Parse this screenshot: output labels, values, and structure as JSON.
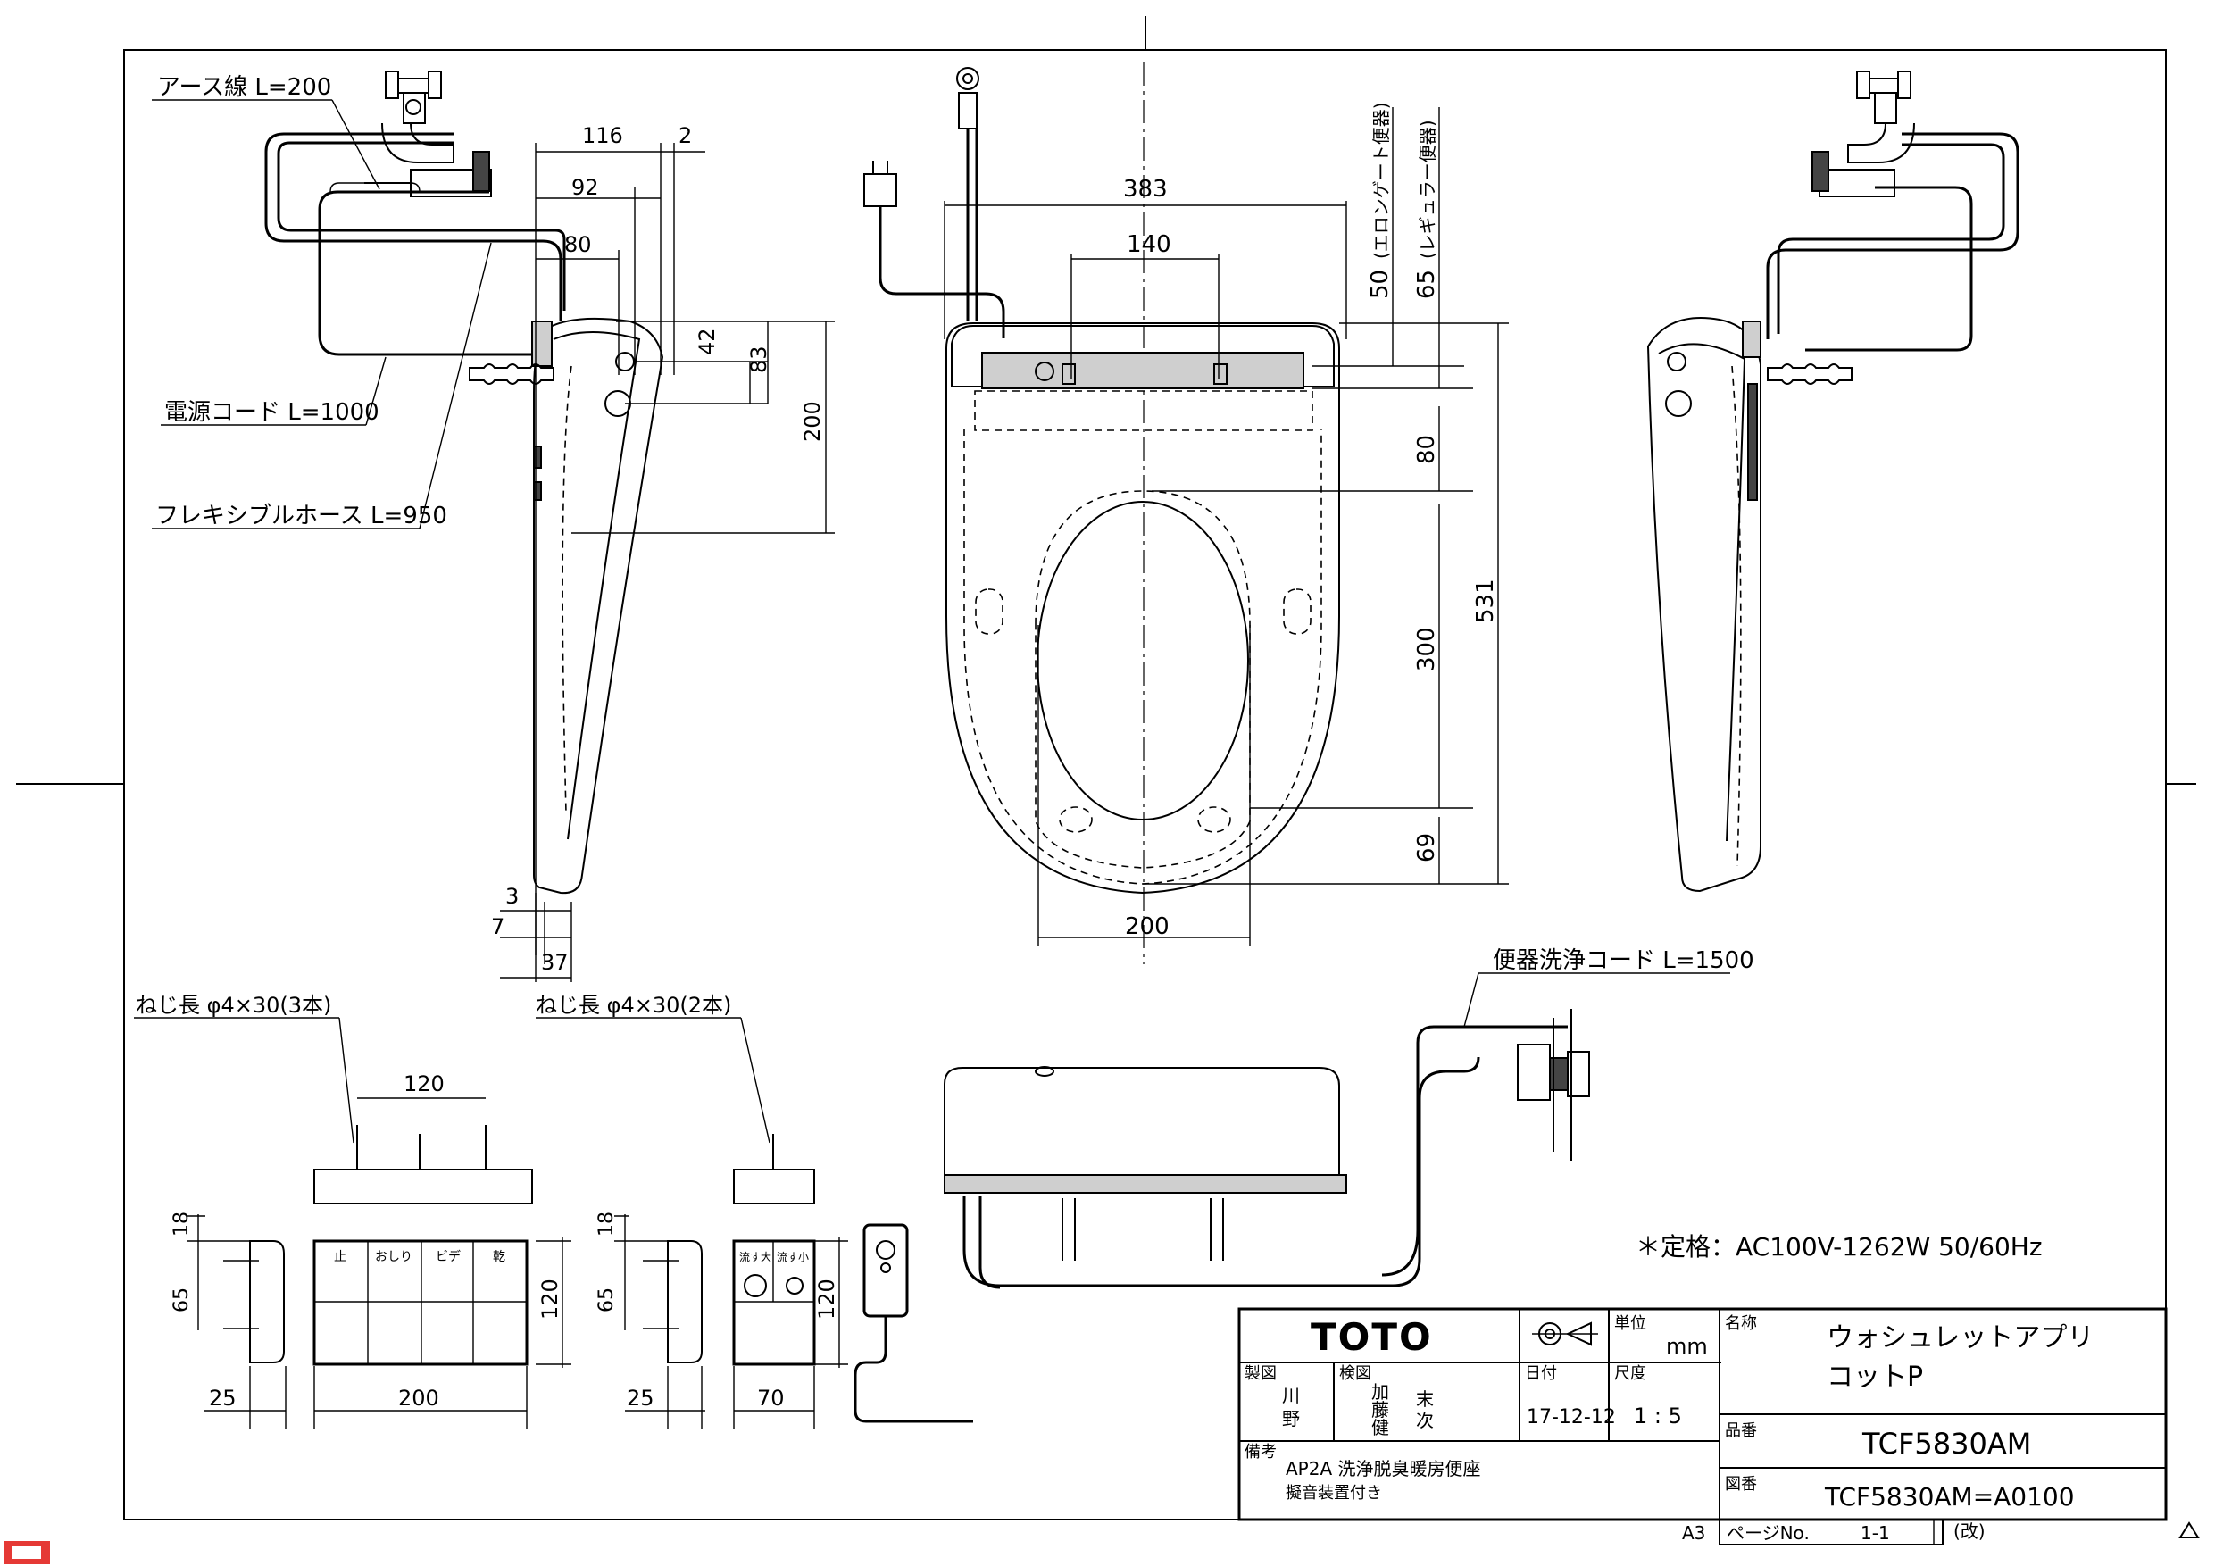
{
  "callouts": {
    "earth_wire": "アース線 L=200",
    "power_cord": "電源コード L=1000",
    "flex_hose": "フレキシブルホース L=950",
    "flush_cord": "便器洗浄コード L=1500",
    "screw_left": "ねじ長 φ4×30(3本)",
    "screw_right": "ねじ長 φ4×30(2本)",
    "rating": "＊定格：AC100V-1262W 50/60Hz"
  },
  "dims": {
    "d116": "116",
    "d2": "2",
    "d92": "92",
    "d80a": "80",
    "d42": "42",
    "d83": "83",
    "d200v": "200",
    "d3": "3",
    "d7": "7",
    "d37": "37",
    "d383": "383",
    "d140": "140",
    "d50": "50",
    "d50_note": "(エロンゲート便器)",
    "d65": "65",
    "d65_note": "(レギュラー便器)",
    "d80b": "80",
    "d300": "300",
    "d531": "531",
    "d69": "69",
    "d200h": "200",
    "r120": "120",
    "r18a": "18",
    "r65a": "65",
    "r120v": "120",
    "r25a": "25",
    "r200": "200",
    "r18b": "18",
    "r65b": "65",
    "r120v2": "120",
    "r25b": "25",
    "r70": "70"
  },
  "remote": {
    "btn_stop": "止",
    "btn_oshiri": "おしり",
    "btn_bidet": "ビデ",
    "btn_dry": "乾",
    "btn_flush_large": "流す大",
    "btn_flush_small": "流す小"
  },
  "title_block": {
    "logo": "TOTO",
    "unit_label": "単位",
    "unit": "mm",
    "name_label": "名称",
    "name_line1": "ウォシュレットアプリ",
    "name_line2": "コットP",
    "drawn_label": "製図",
    "drawn_1": "川",
    "drawn_2": "野",
    "check_label": "検図",
    "check_1a": "加",
    "check_1b": "藤",
    "check_1c": "健",
    "check_2a": "末",
    "check_2b": "次",
    "date_label": "日付",
    "date": "17-12-12",
    "scale_label": "尺度",
    "scale": "1 : 5",
    "part_label": "品番",
    "part_no": "TCF5830AM",
    "notes_label": "備考",
    "note_1": "AP2A 洗浄脱臭暖房便座",
    "note_2": "擬音装置付き",
    "drawing_label": "図番",
    "drawing_no": "TCF5830AM=A0100",
    "sheet_size": "A3",
    "page_label": "ページNo.",
    "page_no": "1-1",
    "revision": "(改)"
  }
}
